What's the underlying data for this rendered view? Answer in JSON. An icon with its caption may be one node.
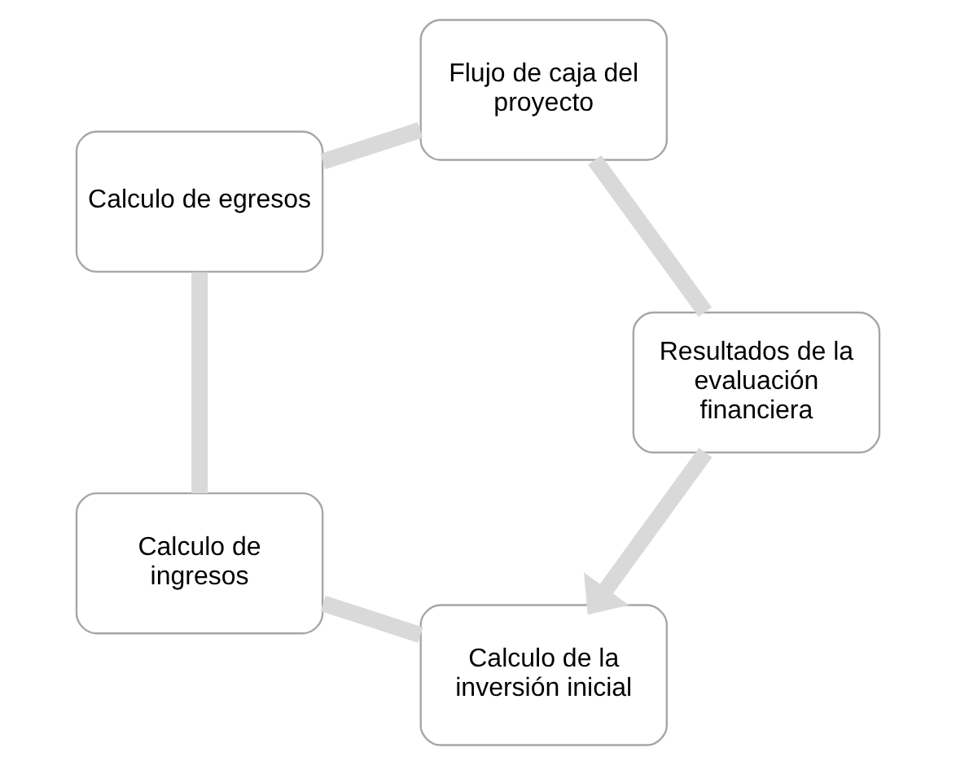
{
  "diagram": {
    "nodes": [
      {
        "text": [
          "Calculo de la inversión inicial"
        ]
      },
      {
        "text": [
          "Calculo de ingresos"
        ]
      },
      {
        "text": [
          "Calculo de egresos"
        ]
      },
      {
        "text": [
          "Flujo de caja del proyecto"
        ]
      },
      {
        "text": [
          "Resultados de la evaluación financiera"
        ]
      }
    ],
    "edges": [
      {
        "from": 0,
        "to": 1,
        "arrow": "none"
      },
      {
        "from": 1,
        "to": 2,
        "arrow": "none"
      },
      {
        "from": 2,
        "to": 3,
        "arrow": "none"
      },
      {
        "from": 3,
        "to": 4,
        "arrow": "none"
      },
      {
        "from": 4,
        "to": 0,
        "arrow": "to"
      }
    ]
  }
}
